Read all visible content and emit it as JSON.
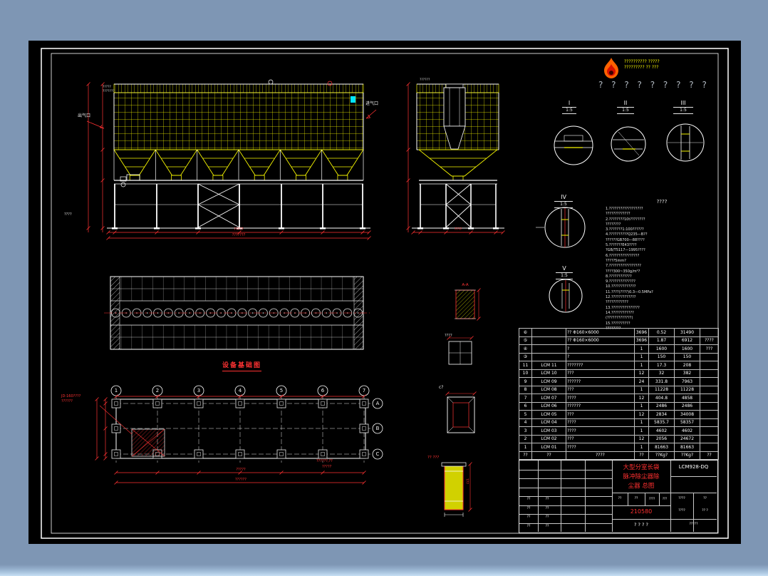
{
  "frame": {
    "bg": "#7E96B4"
  },
  "logo": {
    "tagline1": "?????????? ?????",
    "tagline2": "????????? ?? ???",
    "company": "? ? ? ? ? ? ? ? ?"
  },
  "views": {
    "outlet_label": "出气口",
    "inlet_label": "进气口",
    "front_note": "?????\n???????",
    "side_note": "??????",
    "corner_note": "????",
    "foundation_title": "设备基础图"
  },
  "dims": {
    "front_bottom": "?????",
    "front_total": "???????",
    "side_bottom": "????"
  },
  "details": {
    "d1": {
      "name": "I",
      "scale": "1:5"
    },
    "d2": {
      "name": "II",
      "scale": "1:5"
    },
    "d3": {
      "name": "III",
      "scale": "1:5"
    },
    "d4": {
      "name": "IV",
      "scale": "1:5"
    },
    "d5": {
      "name": "V",
      "scale": "1:5"
    },
    "section_label": "A-A",
    "weld_label": "????",
    "c_label": "c?",
    "inout_label": "?? ???",
    "duct_dim": "???"
  },
  "notes": {
    "title": "????",
    "lines": [
      "1.??????????????????",
      "?????????????",
      "2.????????10t????????",
      "????????",
      "3.???????1:100??????",
      "4.??????????Q235—B??",
      "??????GB700—88????",
      "5.???????E43????",
      "?GB/T5117—1995????",
      "6.????????????????",
      "?????5mm?",
      "7.?????????????????",
      "????300~350g/m²?",
      "8.????????????",
      "9.??????????????",
      "10.?????????????",
      "11.????(????)0.3—0.5MPa?",
      "12.?????????????",
      "????????????",
      "13.???????????????",
      "14.????????????",
      "(?????????????)",
      "15.??????????",
      "????????"
    ]
  },
  "plan": {
    "cols": [
      "1",
      "2",
      "3",
      "4",
      "5",
      "6",
      "7"
    ],
    "rows": [
      "A",
      "B",
      "C"
    ],
    "ann1": "JD-160????",
    "ann2": "??????",
    "ann3": "??????,??",
    "ann4": "?????",
    "dim1": "?????",
    "dim2": "??????"
  },
  "bom": {
    "rows": [
      {
        "no": "⑥",
        "code": "",
        "name": "?? Φ160×6000",
        "qty": "3696",
        "unit": "0.52",
        "total": "31490",
        "remark": ""
      },
      {
        "no": "⑤",
        "code": "",
        "name": "?? Φ160×6000",
        "qty": "3696",
        "unit": "1.87",
        "total": "6912",
        "remark": "????"
      },
      {
        "no": "④",
        "code": "",
        "name": "?",
        "qty": "1",
        "unit": "1600",
        "total": "1600",
        "remark": "???"
      },
      {
        "no": "③",
        "code": "",
        "name": "?",
        "qty": "1",
        "unit": "150",
        "total": "150",
        "remark": ""
      },
      {
        "no": "11",
        "code": "LCM 11",
        "name": "???????",
        "qty": "1",
        "unit": "17.3",
        "total": "208",
        "remark": ""
      },
      {
        "no": "10",
        "code": "LCM 10",
        "name": "???",
        "qty": "12",
        "unit": "32",
        "total": "382",
        "remark": ""
      },
      {
        "no": "9",
        "code": "LCM 09",
        "name": "??????",
        "qty": "24",
        "unit": "331.8",
        "total": "7963",
        "remark": ""
      },
      {
        "no": "8",
        "code": "LCM 08",
        "name": "???",
        "qty": "1",
        "unit": "11228",
        "total": "11228",
        "remark": ""
      },
      {
        "no": "7",
        "code": "LCM 07",
        "name": "????",
        "qty": "12",
        "unit": "404.8",
        "total": "4858",
        "remark": ""
      },
      {
        "no": "6",
        "code": "LCM 06",
        "name": "??????",
        "qty": "1",
        "unit": "2486",
        "total": "2486",
        "remark": ""
      },
      {
        "no": "5",
        "code": "LCM 05",
        "name": "???",
        "qty": "12",
        "unit": "2834",
        "total": "34008",
        "remark": ""
      },
      {
        "no": "4",
        "code": "LCM 04",
        "name": "????",
        "qty": "1",
        "unit": "5835.7",
        "total": "58357",
        "remark": ""
      },
      {
        "no": "3",
        "code": "LCM 03",
        "name": "????",
        "qty": "1",
        "unit": "4602",
        "total": "4602",
        "remark": ""
      },
      {
        "no": "2",
        "code": "LCM 02",
        "name": "???",
        "qty": "12",
        "unit": "2056",
        "total": "24672",
        "remark": ""
      },
      {
        "no": "1",
        "code": "LCM 01",
        "name": "????",
        "qty": "1",
        "unit": "81663",
        "total": "81663",
        "remark": ""
      }
    ],
    "header": {
      "no": "??",
      "code": "??",
      "name": "????",
      "qty": "??",
      "unit": "??Kg?",
      "total": "??Kg?",
      "remark": "??"
    }
  },
  "title_block": {
    "dwg_no": "LCM928-DQ",
    "title_lines": "大型分室长袋\n脉冲除尘器除\n尘器 总图",
    "num": "210580",
    "phase": "? ? ? ?",
    "c1": "??",
    "c2": "??",
    "c3": "????",
    "c4": "???",
    "c5": "????",
    "c6": "??",
    "c7": "????",
    "c8": "?? ?",
    "c9": "?????",
    "sig": [
      "??",
      "??",
      "??",
      "??",
      "??",
      "??",
      "??",
      "??"
    ]
  }
}
